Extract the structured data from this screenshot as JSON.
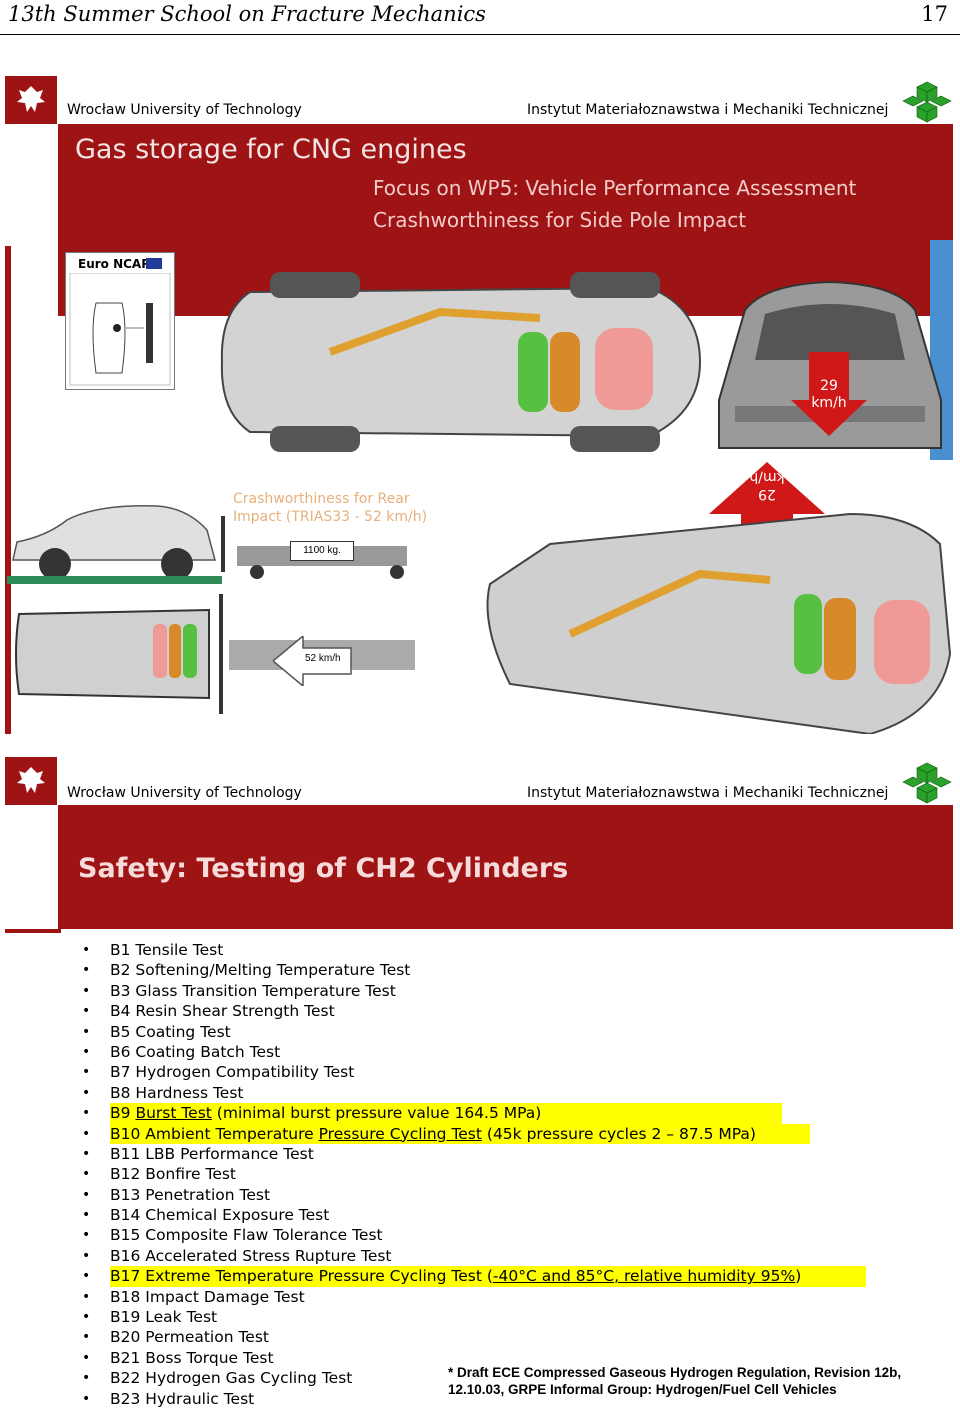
{
  "doc": {
    "title": "13th Summer School on Fracture Mechanics",
    "page": "17"
  },
  "slide1": {
    "university": "Wrocław University of Technology",
    "institute": "Instytut Materiałoznawstwa i Mechaniki Technicznej",
    "title": "Gas storage for CNG engines",
    "subtitle1": "Focus on WP5: Vehicle Performance Assessment",
    "subtitle2": "Crashworthiness for Side Pole Impact",
    "ncap_label": "Euro NCAP",
    "rear_label": "Crashworthiness for Rear Impact (TRIAS33 - 52 km/h)",
    "speed_top_1": "29",
    "speed_top_2": "km/h",
    "speed_mid_1": "29",
    "speed_mid_2": "km/h",
    "weight_label": "1100 kg.",
    "speed_rear_label": "52 km/h"
  },
  "slide2": {
    "university": "Wrocław University of Technology",
    "institute": "Instytut Materiałoznawstwa i Mechaniki Technicznej",
    "title": "Safety: Testing of CH2 Cylinders",
    "tests": [
      "B1 Tensile Test",
      "B2 Softening/Melting Temperature Test",
      "B3 Glass Transition Temperature Test",
      "B4 Resin Shear Strength Test",
      "B5 Coating Test",
      "B6 Coating Batch Test",
      "B7 Hydrogen Compatibility Test",
      "B8 Hardness Test",
      "B9 Burst Test (minimal burst pressure value 164.5 MPa)",
      "B10 Ambient Temperature Pressure Cycling Test (45k pressure cycles 2 – 87.5 MPa)",
      "B11 LBB Performance Test",
      "B12 Bonfire Test",
      "B13 Penetration Test",
      "B14 Chemical Exposure Test",
      "B15 Composite Flaw Tolerance Test",
      "B16 Accelerated Stress Rupture Test",
      "B17 Extreme Temperature Pressure Cycling Test (-40°C and 85°C, relative humidity 95%)",
      "B18 Impact Damage Test",
      "B19 Leak Test",
      "B20 Permeation Test",
      "B21 Boss Torque Test",
      "B22 Hydrogen Gas Cycling Test",
      "B23 Hydraulic Test"
    ],
    "b9": {
      "prefix": "B9 ",
      "link": "Burst Test",
      "suffix": " (minimal burst pressure value 164.5 MPa)"
    },
    "b10": {
      "prefix": "B10 Ambient Temperature ",
      "link": "Pressure Cycling Test",
      "suffix": " (45k pressure cycles 2 – 87.5 MPa)"
    },
    "b17": {
      "prefix": "B17 Extreme Temperature Pressure Cycling Test (",
      "link": "-40°C and 85°C, relative humidity 95%",
      "suffix": ")"
    },
    "note": "* Draft ECE Compressed Gaseous Hydrogen Regulation, Revision 12b, 12.10.03, GRPE Informal Group: Hydrogen/Fuel Cell Vehicles"
  },
  "colors": {
    "brand_red": "#9e1414",
    "highlight": "#ffff00",
    "arrow_red": "#d01818",
    "tank_green": "#58c040",
    "tank_orange": "#d88a2a",
    "tank_pink": "#f09a98"
  }
}
